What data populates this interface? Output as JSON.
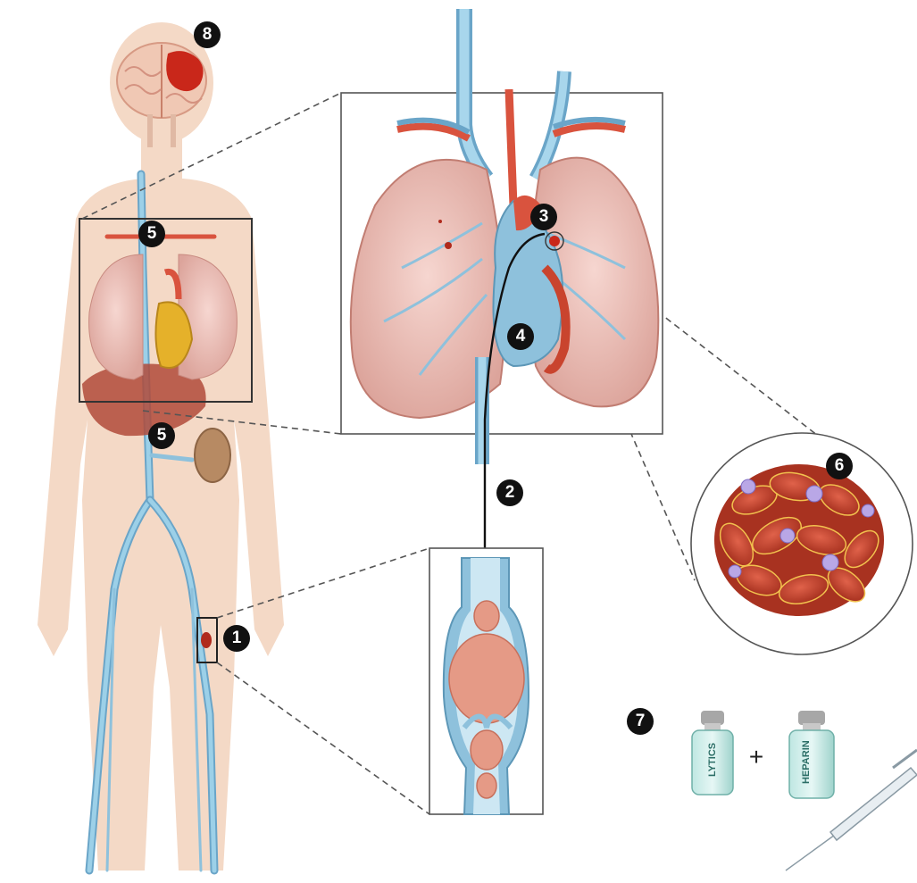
{
  "markers": {
    "m1": "1",
    "m2": "2",
    "m3": "3",
    "m4": "4",
    "m5a": "5",
    "m5b": "5",
    "m6": "6",
    "m7": "7",
    "m8": "8"
  },
  "vials": {
    "lytics_label": "LYTICS",
    "heparin_label": "HEPARIN",
    "plus_sign": "+"
  },
  "colors": {
    "skin": "#f4d9c6",
    "vein": "#8ec1dc",
    "artery": "#d9533e",
    "lung": "#e9b7b0",
    "clot": "#c9442e",
    "marker": "#111111"
  }
}
